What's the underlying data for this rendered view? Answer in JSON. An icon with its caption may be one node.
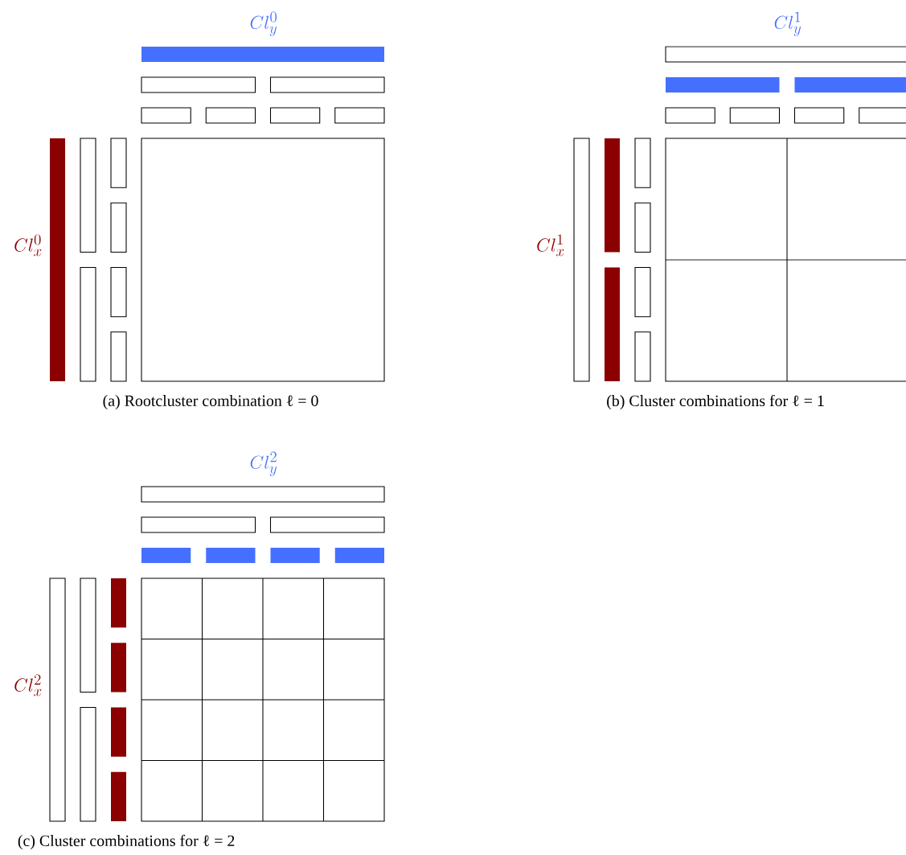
{
  "diagram": {
    "labels": [
      "Cl_{y}^{0}",
      "Cl_{y}^{1}",
      "Cl_{x}^{0}",
      "Cl_{x}^{1}",
      "(a) Rootcluster combination ℓ = 0",
      "(b)  Cluster combinations for ℓ = 1",
      "Cl_{y}^{2}",
      "Cl_{x}^{2}",
      "(c)  Cluster combinations for ℓ = 2"
    ]
  }
}
